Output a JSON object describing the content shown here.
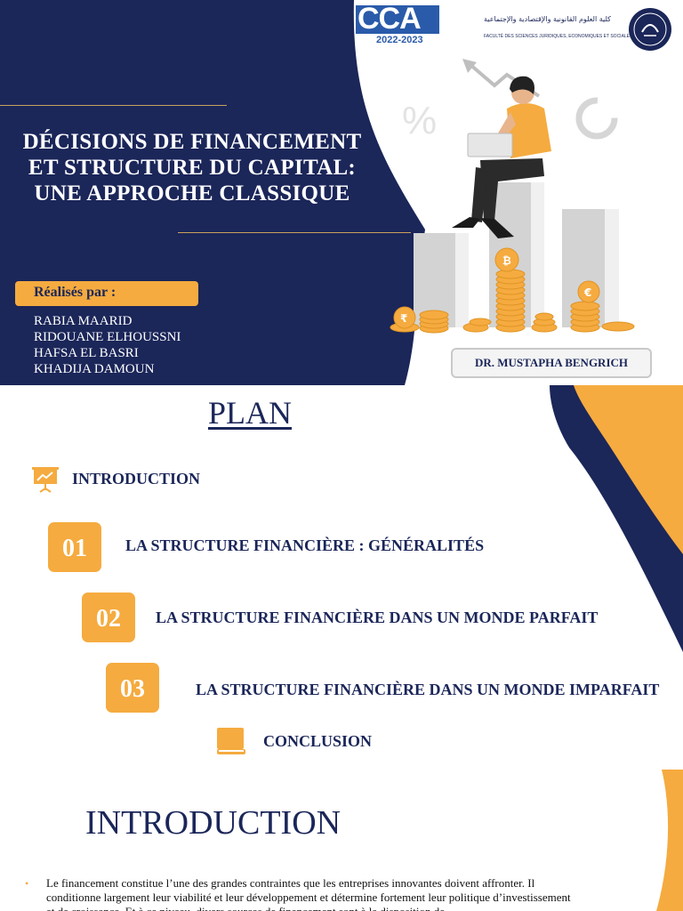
{
  "slide1": {
    "title_lines": [
      "DÉCISIONS DE FINANCEMENT",
      "ET STRUCTURE DU CAPITAL:",
      "UNE APPROCHE CLASSIQUE"
    ],
    "realise_label": "Réalisés par :",
    "authors": [
      "RABIA MAARID",
      "RIDOUANE ELHOUSSNI",
      "HAFSA EL BASRI",
      "KHADIJA DAMOUN"
    ],
    "professor": "DR. MUSTAPHA BENGRICH",
    "cca_logo": {
      "text": "CCA",
      "year": "2022-2023"
    },
    "faculty_logo": {
      "arabic": "كلية العلوم القانونية والإقتصادية والإجتماعية",
      "french": "FACULTÉ DES SCIENCES JURIDIQUES, ECONOMIQUES ET SOCIALES"
    },
    "colors": {
      "navy": "#1b2659",
      "accent": "#f5ab3f"
    }
  },
  "slide2": {
    "title": "PLAN",
    "intro_label": "INTRODUCTION",
    "items": [
      {
        "num": "01",
        "label": "LA STRUCTURE FINANCIÈRE : GÉNÉRALITÉS"
      },
      {
        "num": "02",
        "label": "LA STRUCTURE FINANCIÈRE DANS UN MONDE PARFAIT"
      },
      {
        "num": "03",
        "label": "LA STRUCTURE FINANCIÈRE DANS UN MONDE IMPARFAIT"
      }
    ],
    "conclusion_label": "CONCLUSION",
    "icons": [
      "presentation-chart-icon",
      "book-icon"
    ]
  },
  "slide3": {
    "title": "INTRODUCTION",
    "bullet_char": "•",
    "paragraph": "Le financement constitue l’une des grandes contraintes que les entreprises innovantes doivent affronter. Il conditionne largement leur viabilité et leur développement et détermine fortement leur politique d’investissement et de croissance. Et à ce niveau, divers sources de financement sont à la disposition de"
  }
}
